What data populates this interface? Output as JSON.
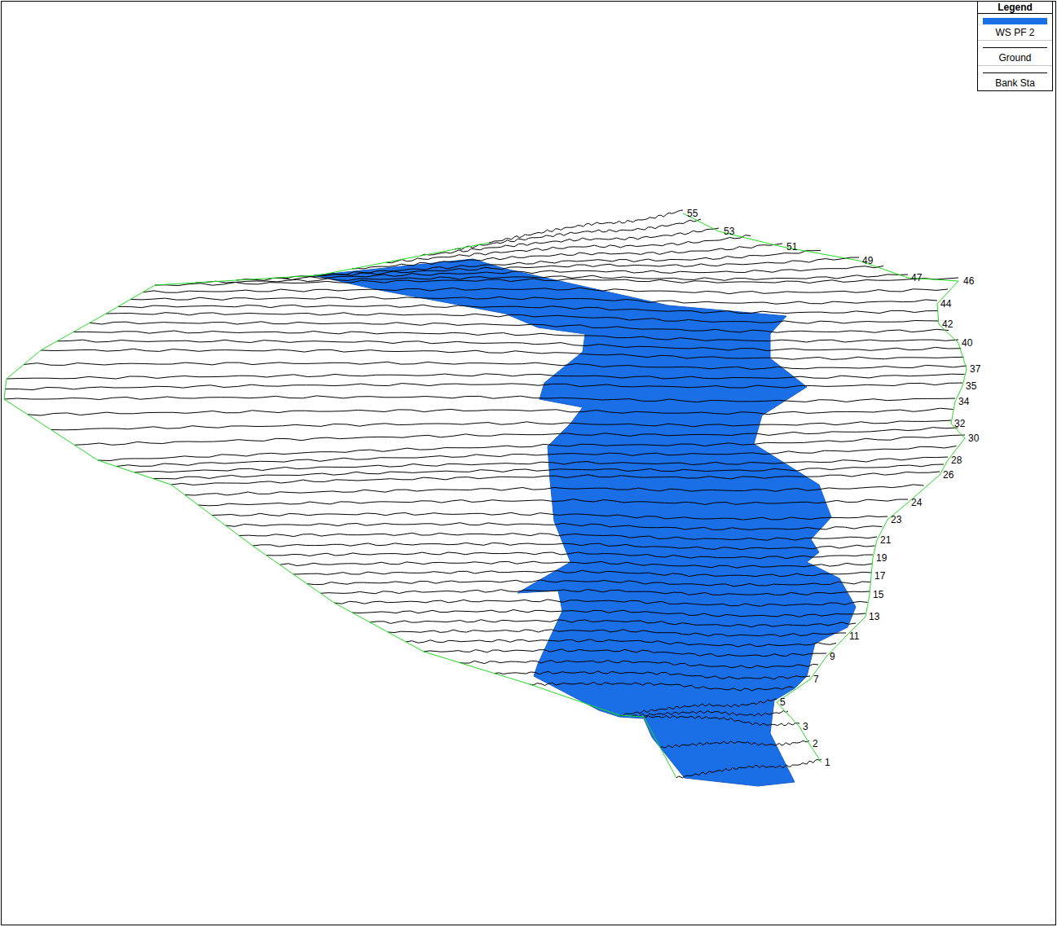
{
  "diagram": {
    "labels": [
      "Legend",
      "55",
      "53",
      "51",
      "49",
      "47",
      "46",
      "44",
      "42",
      "40",
      "37",
      "35",
      "34",
      "32",
      "30",
      "28",
      "26",
      "24",
      "23",
      "21",
      "19",
      "17",
      "15",
      "13",
      "11",
      "9",
      "7",
      "5",
      "3",
      "2",
      "1"
    ],
    "legend": [
      {
        "text": "WS PF 2",
        "color": "#1a6ee6"
      },
      {
        "text": "Ground"
      },
      {
        "text": "Bank Sta"
      }
    ]
  }
}
